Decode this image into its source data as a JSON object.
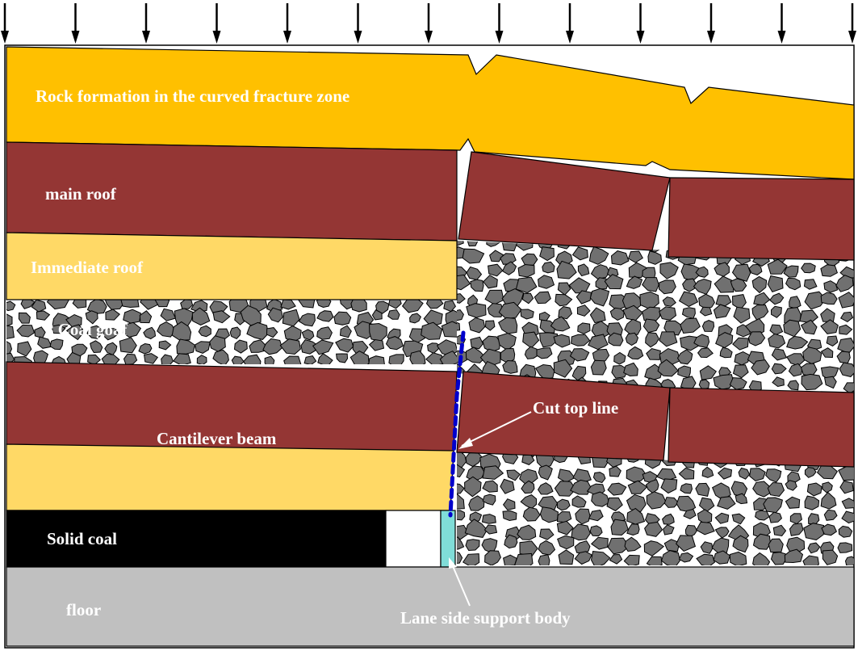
{
  "labels": {
    "fracture_zone": "Rock formation in the curved fracture zone",
    "main_roof": "main roof",
    "immediate_roof": "Immediate roof",
    "coal_goaf": "8 Coal goaf",
    "cantilever_beam": "Cantilever beam",
    "solid_coal": "Solid coal",
    "floor": "floor",
    "cut_top_line": "Cut top line",
    "support_body": "Lane side support body"
  },
  "colors": {
    "fracture_zone": "#FFC000",
    "main_roof": "#943634",
    "immediate_roof": "#FFD966",
    "coal_goaf_rock": "#707070",
    "solid_coal": "#000000",
    "floor": "#C0C0C0",
    "support_body": "#80DDD8",
    "cut_line": "#0000CC"
  },
  "load_arrows": 13
}
